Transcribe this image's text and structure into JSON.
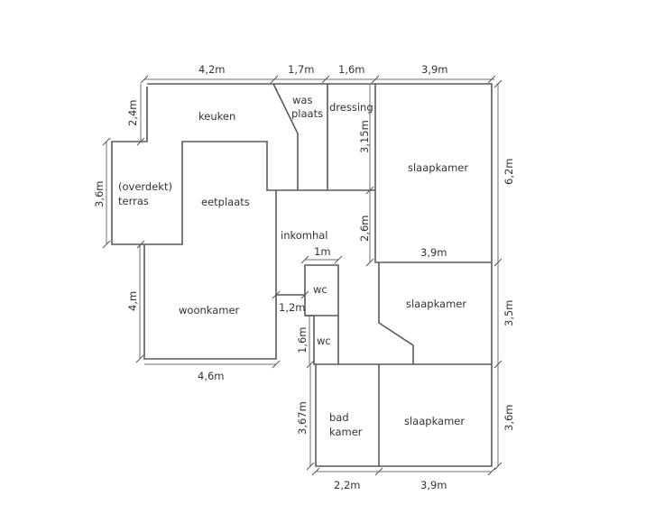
{
  "rooms": {
    "keuken": "keuken",
    "was1": "was",
    "was2": "plaats",
    "dressing": "dressing",
    "slaapkamer1": "slaapkamer",
    "terras1": "(overdekt)",
    "terras2": "terras",
    "eetplaats": "eetplaats",
    "inkomhal": "inkomhal",
    "wc1": "wc",
    "wc2": "wc",
    "woonkamer": "woonkamer",
    "slaapkamer2": "slaapkamer",
    "bad1": "bad",
    "bad2": "kamer",
    "slaapkamer3": "slaapkamer"
  },
  "dimensions": {
    "top_keuken": "4,2m",
    "top_was": "1,7m",
    "top_dressing": "1,6m",
    "top_slaapkamer": "3,9m",
    "keuken_height": "2,4m",
    "terras_height": "3,6m",
    "woonkamer_height": "4,m",
    "woonkamer_width": "4,6m",
    "dressing_height": "3,15m",
    "hal_height": "2,6m",
    "slaapkamer1_width": "3,9m",
    "total_right": "6,2m",
    "wc_width": "1m",
    "wc_offset": "1,2m",
    "wc2_height": "1,6m",
    "slaapkamer2_height": "3,5m",
    "bad_height": "3,67m",
    "slaapkamer3_height": "3,6m",
    "bad_width": "2,2m",
    "slaapkamer3_width": "3,9m"
  }
}
